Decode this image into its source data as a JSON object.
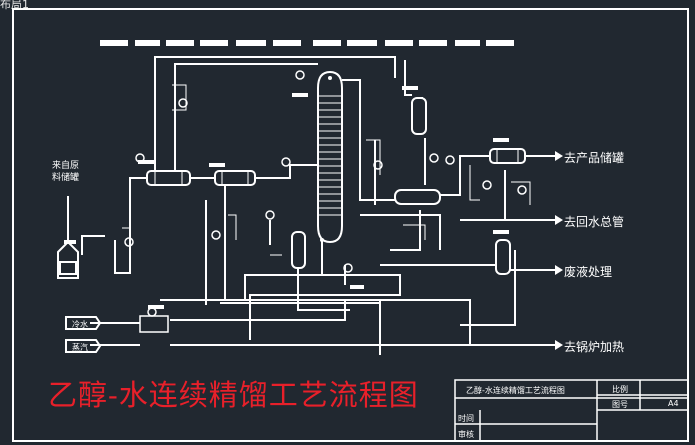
{
  "window": {
    "tab_label": "布局1"
  },
  "diagram": {
    "title": "乙醇-水连续精馏工艺流程图",
    "inlet_label_1": "来自原",
    "inlet_label_2": "料储罐",
    "steam_label": "蒸汽",
    "water_label": "冷水",
    "outputs": {
      "product": "去产品储罐",
      "water_return": "去回水总管",
      "waste": "废液处理",
      "boiler": "去锅炉加热"
    }
  },
  "title_block": {
    "drawing_name": "乙醇-水连续精馏工艺流程图",
    "scale_label": "比例",
    "drawing_no_label": "图号",
    "size": "A4",
    "time_label": "时间",
    "review_label": "审核"
  },
  "colors": {
    "background": "#212830",
    "lines": "#ffffff",
    "title": "#e8202a"
  }
}
